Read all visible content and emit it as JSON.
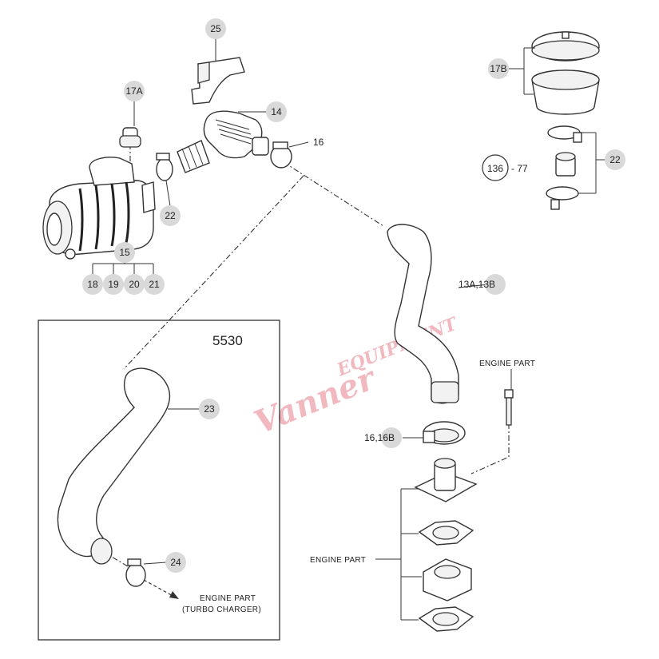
{
  "watermark": {
    "text_script": "Vanner",
    "text_block": "EQUIPMENT"
  },
  "inset": {
    "title": "5530"
  },
  "callouts": {
    "c25": "25",
    "c17a": "17A",
    "c14": "14",
    "c16": "16",
    "c22_left": "22",
    "c15": "15",
    "c18": "18",
    "c19": "19",
    "c20": "20",
    "c21": "21",
    "c17b": "17B",
    "c136": "136",
    "c77": "- 77",
    "c22_right": "22",
    "c13": "13A,13B",
    "c16b": "16,16B",
    "c23": "23",
    "c24": "24"
  },
  "notes": {
    "engine_part_top": "ENGINE PART",
    "engine_part_mid": "ENGINE PART",
    "engine_part_bottom_line1": "ENGINE PART",
    "engine_part_bottom_line2": "(TURBO CHARGER)"
  }
}
